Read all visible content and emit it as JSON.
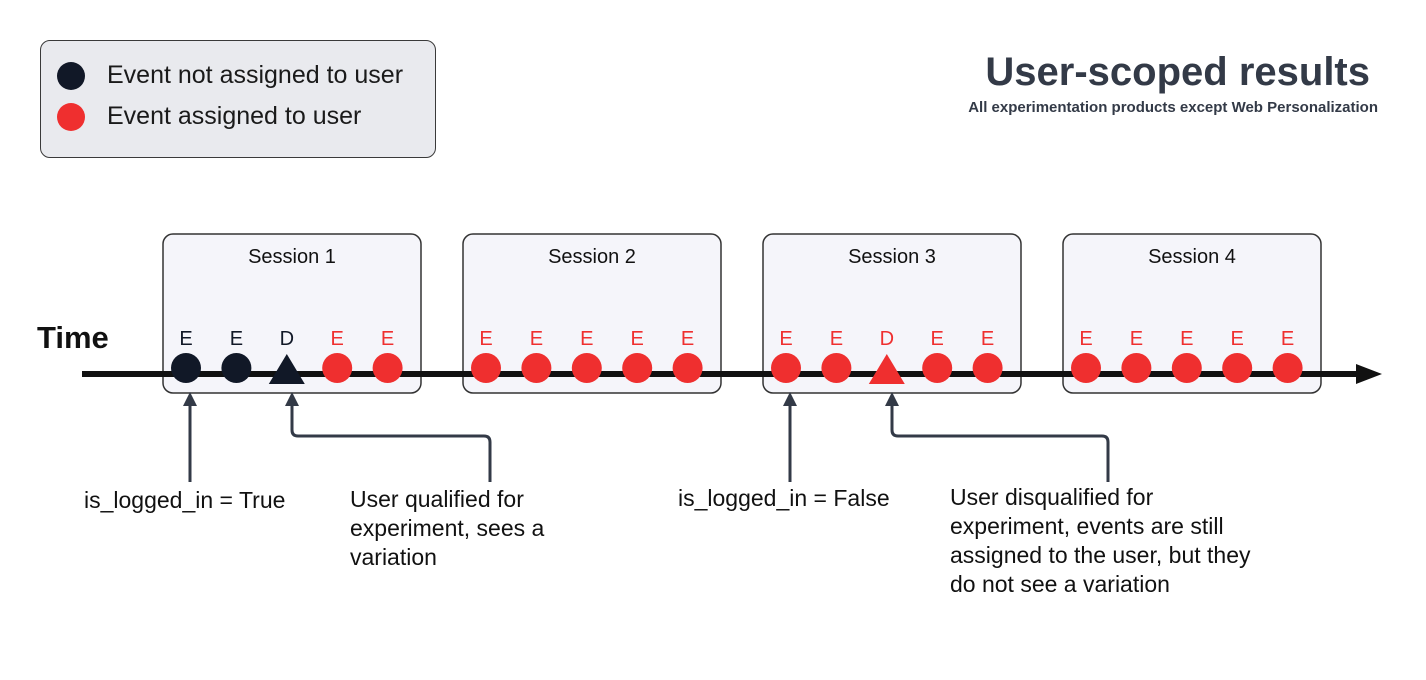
{
  "legend": {
    "items": [
      {
        "label": "Event not assigned to user",
        "color": "#111827"
      },
      {
        "label": "Event assigned to user",
        "color": "#ef2f2f"
      }
    ]
  },
  "header": {
    "title": "User-scoped results",
    "subtitle": "All experimentation products except Web Personalization"
  },
  "timeline": {
    "axis_label": "Time",
    "sessions": [
      {
        "label": "Session 1",
        "events": [
          {
            "letter": "E",
            "shape": "circle",
            "color": "#111827"
          },
          {
            "letter": "E",
            "shape": "circle",
            "color": "#111827"
          },
          {
            "letter": "D",
            "shape": "triangle",
            "color": "#111827"
          },
          {
            "letter": "E",
            "shape": "circle",
            "color": "#ef2f2f"
          },
          {
            "letter": "E",
            "shape": "circle",
            "color": "#ef2f2f"
          }
        ]
      },
      {
        "label": "Session 2",
        "events": [
          {
            "letter": "E",
            "shape": "circle",
            "color": "#ef2f2f"
          },
          {
            "letter": "E",
            "shape": "circle",
            "color": "#ef2f2f"
          },
          {
            "letter": "E",
            "shape": "circle",
            "color": "#ef2f2f"
          },
          {
            "letter": "E",
            "shape": "circle",
            "color": "#ef2f2f"
          },
          {
            "letter": "E",
            "shape": "circle",
            "color": "#ef2f2f"
          }
        ]
      },
      {
        "label": "Session 3",
        "events": [
          {
            "letter": "E",
            "shape": "circle",
            "color": "#ef2f2f"
          },
          {
            "letter": "E",
            "shape": "circle",
            "color": "#ef2f2f"
          },
          {
            "letter": "D",
            "shape": "triangle",
            "color": "#ef2f2f"
          },
          {
            "letter": "E",
            "shape": "circle",
            "color": "#ef2f2f"
          },
          {
            "letter": "E",
            "shape": "circle",
            "color": "#ef2f2f"
          }
        ]
      },
      {
        "label": "Session 4",
        "events": [
          {
            "letter": "E",
            "shape": "circle",
            "color": "#ef2f2f"
          },
          {
            "letter": "E",
            "shape": "circle",
            "color": "#ef2f2f"
          },
          {
            "letter": "E",
            "shape": "circle",
            "color": "#ef2f2f"
          },
          {
            "letter": "E",
            "shape": "circle",
            "color": "#ef2f2f"
          },
          {
            "letter": "E",
            "shape": "circle",
            "color": "#ef2f2f"
          }
        ]
      }
    ]
  },
  "annotations": {
    "logged_in_true": "is_logged_in = True",
    "qualified": [
      "User qualified for",
      "experiment, sees a",
      "variation"
    ],
    "logged_in_false": "is_logged_in = False",
    "disqualified": [
      "User disqualified for",
      "experiment, events are still",
      "assigned to the user, but they",
      "do not see a variation"
    ]
  }
}
